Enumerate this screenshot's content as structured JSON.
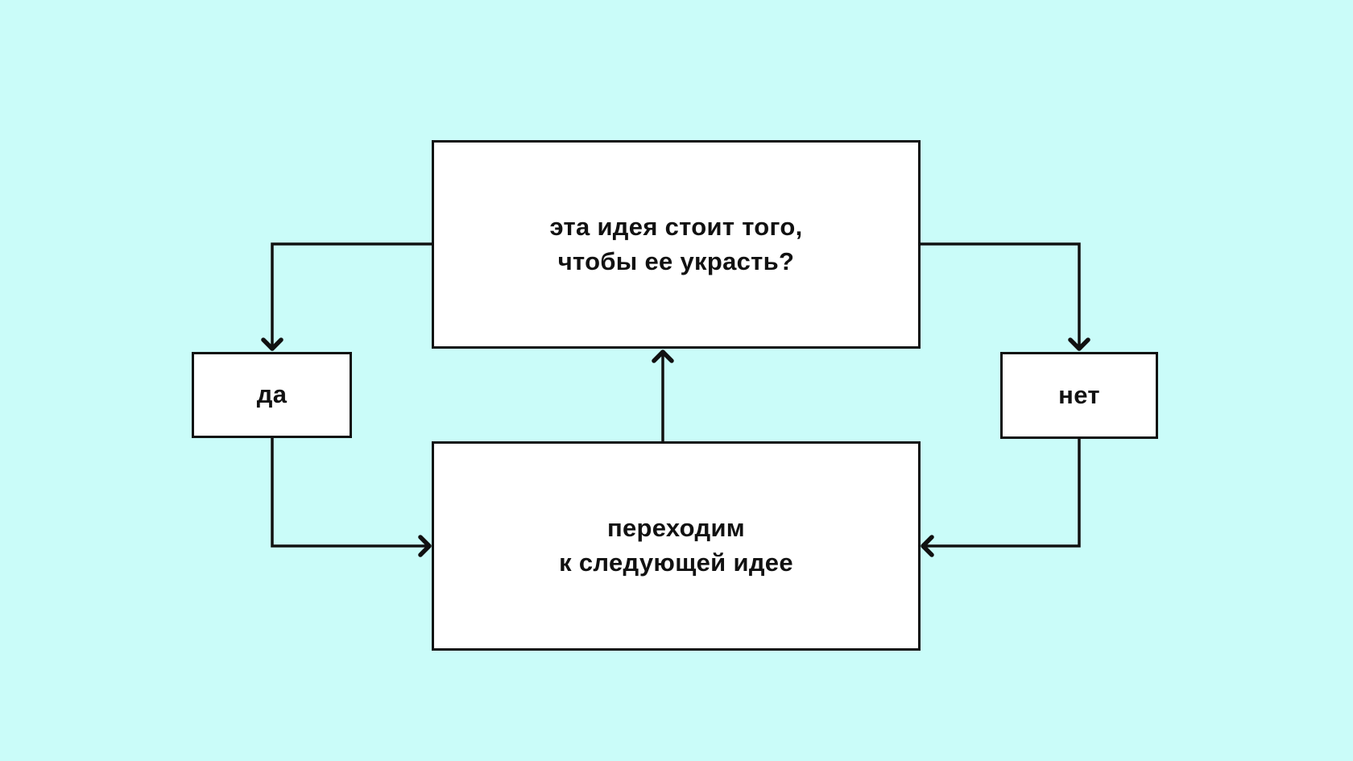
{
  "colors": {
    "background": "#cafcf9",
    "box_fill": "#ffffff",
    "stroke": "#111111"
  },
  "diagram": {
    "decision": {
      "line1": "эта идея стоит того,",
      "line2": "чтобы ее украсть?"
    },
    "yes": {
      "label": "да"
    },
    "no": {
      "label": "нет"
    },
    "next": {
      "line1": "переходим",
      "line2": "к следующей идее"
    }
  }
}
